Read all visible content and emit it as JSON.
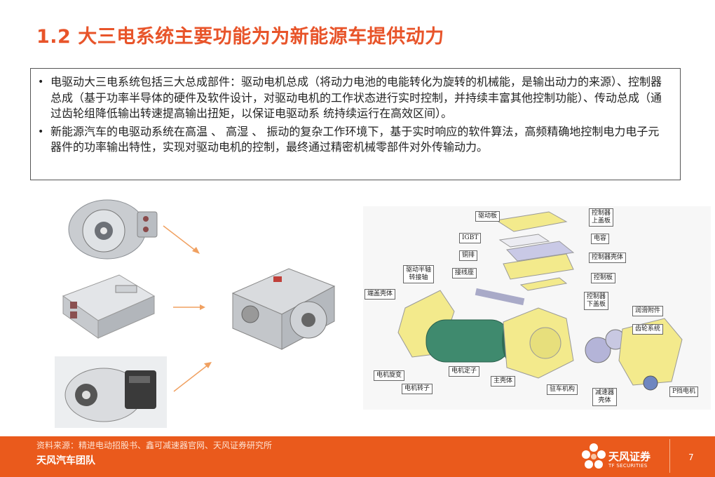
{
  "title": "1.2 大三电系统主要功能为为新能源车提供动力",
  "bullets": [
    "电驱动大三电系统包括三大总成部件：驱动电机总成（将动力电池的电能转化为旋转的机械能，是输出动力的来源）、控制器总成（基于功率半导体的硬件及软件设计，对驱动电机的工作状态进行实时控制，并持续丰富其他控制功能）、传动总成（通过齿轮组降低输出转速提高输出扭矩，以保证电驱动系 统持续运行在高效区间）。",
    "新能源汽车的电驱动系统在高温 、 高湿 、 振动的复杂工作环境下，基于实时响应的软件算法，高频精确地控制电力电子元器件的功率输出特性，实现对驱动电机的控制，最终通过精密机械零部件对外传输动力。"
  ],
  "bullet_symbol": "•",
  "diagram_labels": {
    "drive_board": "驱动板",
    "controller_top_cover": "控制器\n上盖板",
    "igbt": "IGBT",
    "capacitor": "电容",
    "copper_bar": "铜排",
    "controller_housing": "控制器壳体",
    "half_shaft_adapter": "驱动半轴\n转接轴",
    "terminal_block": "接线座",
    "control_board": "控制板",
    "end_cover_housing": "端盖壳体",
    "controller_bottom_cover": "控制器\n下盖板",
    "lubrication_accessory": "润滑附件",
    "gear_system": "齿轮系统",
    "stator": "电机定子",
    "resolver": "电机旋变",
    "main_housing": "主壳体",
    "rotor": "电机转子",
    "parking_mechanism": "驻车机构",
    "reducer_housing": "减速器\n壳体",
    "p_gear_motor": "P挡电机"
  },
  "footer": {
    "source": "资料来源：精进电动招股书、鑫可减速器官网、天风证券研究所",
    "team": "天风汽车团队",
    "logo_cn": "天风证券",
    "logo_en": "TF SECURITIES",
    "page": "7"
  },
  "colors": {
    "accent": "#e8542a",
    "footer_bg": "#ea5a1c",
    "arrow": "#f0a060",
    "diagram_yellow": "#f3ea8c",
    "diagram_green": "#3f8a6e"
  }
}
